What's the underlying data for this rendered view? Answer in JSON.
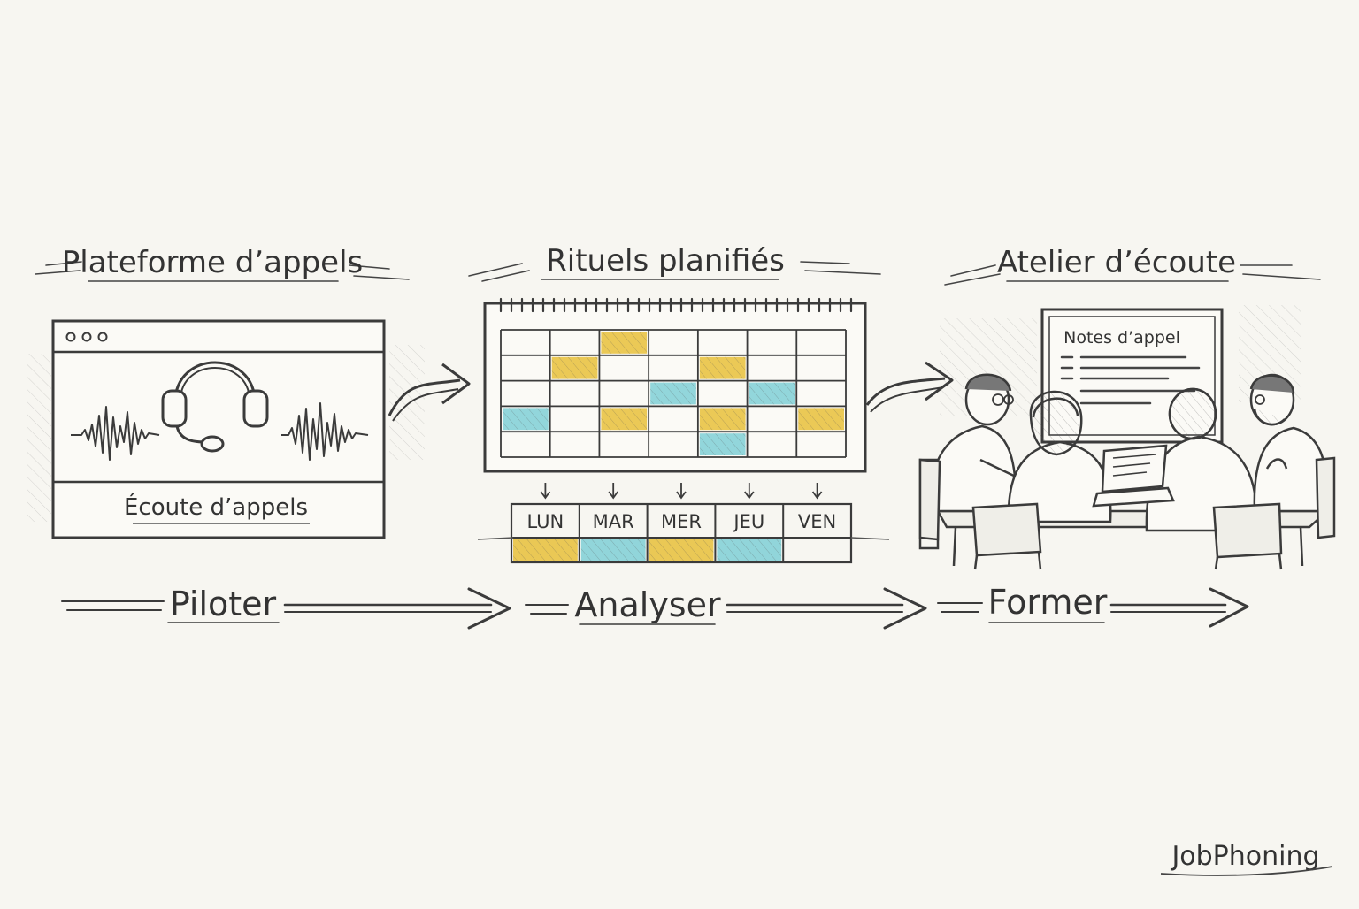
{
  "panels": [
    {
      "title": "Plateforme d’appels",
      "label": "Écoute d’appels"
    },
    {
      "title": "Rituels planifiés"
    },
    {
      "title": "Atelier d’écoute",
      "screen_label": "Notes d’appel"
    }
  ],
  "days": [
    "LUN",
    "MAR",
    "MER",
    "JEU",
    "VEN"
  ],
  "steps": [
    "Piloter",
    "Analyser",
    "Former"
  ],
  "brand": "JobPhoning",
  "colors": {
    "ink": "#3b3b3b",
    "paper": "#f7f6f1",
    "yellow": "#e8bf3a",
    "teal": "#7fcfd6"
  }
}
